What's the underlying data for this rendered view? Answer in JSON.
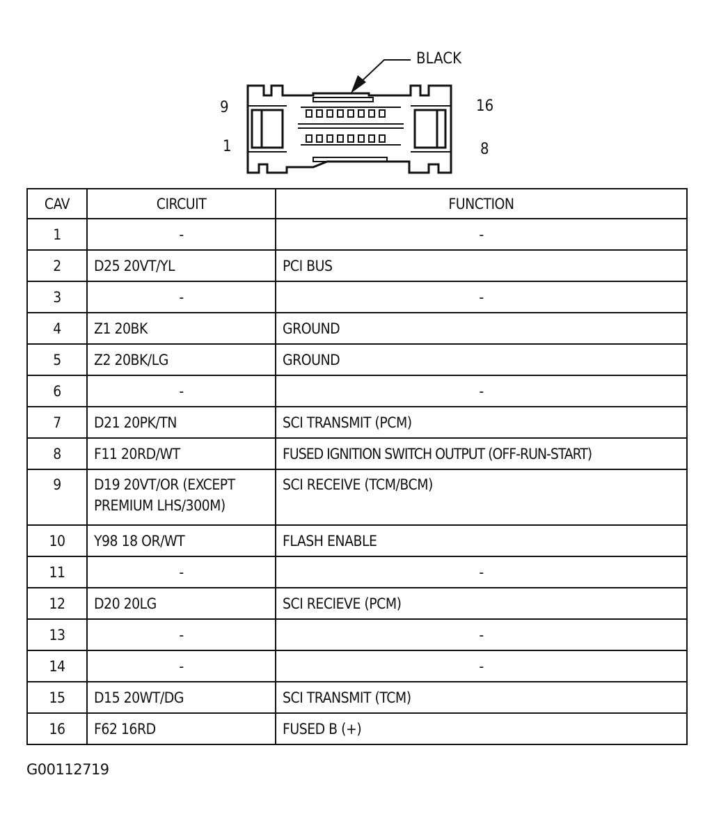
{
  "connector": {
    "color_label": "BLACK",
    "pin_labels": {
      "top_left": "9",
      "bottom_left": "1",
      "top_right": "16",
      "bottom_right": "8"
    }
  },
  "table": {
    "headers": {
      "cav": "CAV",
      "circuit": "CIRCUIT",
      "function": "FUNCTION"
    },
    "rows": [
      {
        "cav": "1",
        "circuit": "-",
        "function": "-"
      },
      {
        "cav": "2",
        "circuit": "D25 20VT/YL",
        "function": "PCI BUS"
      },
      {
        "cav": "3",
        "circuit": "-",
        "function": "-"
      },
      {
        "cav": "4",
        "circuit": "Z1 20BK",
        "function": "GROUND"
      },
      {
        "cav": "5",
        "circuit": "Z2 20BK/LG",
        "function": "GROUND"
      },
      {
        "cav": "6",
        "circuit": "-",
        "function": "-"
      },
      {
        "cav": "7",
        "circuit": "D21 20PK/TN",
        "function": "SCI TRANSMIT (PCM)"
      },
      {
        "cav": "8",
        "circuit": "F11 20RD/WT",
        "function": "FUSED IGNITION SWITCH OUTPUT (OFF-RUN-START)"
      },
      {
        "cav": "9",
        "circuit": "D19 20VT/OR (EXCEPT\nPREMIUM LHS/300M)",
        "function": "SCI RECEIVE (TCM/BCM)"
      },
      {
        "cav": "10",
        "circuit": "Y98 18 OR/WT",
        "function": "FLASH ENABLE"
      },
      {
        "cav": "11",
        "circuit": "-",
        "function": "-"
      },
      {
        "cav": "12",
        "circuit": "D20 20LG",
        "function": "SCI RECIEVE (PCM)"
      },
      {
        "cav": "13",
        "circuit": "-",
        "function": "-"
      },
      {
        "cav": "14",
        "circuit": "-",
        "function": "-"
      },
      {
        "cav": "15",
        "circuit": "D15 20WT/DG",
        "function": "SCI TRANSMIT (TCM)"
      },
      {
        "cav": "16",
        "circuit": "F62 16RD",
        "function": "FUSED B (+)"
      }
    ]
  },
  "figure_id": "G00112719"
}
